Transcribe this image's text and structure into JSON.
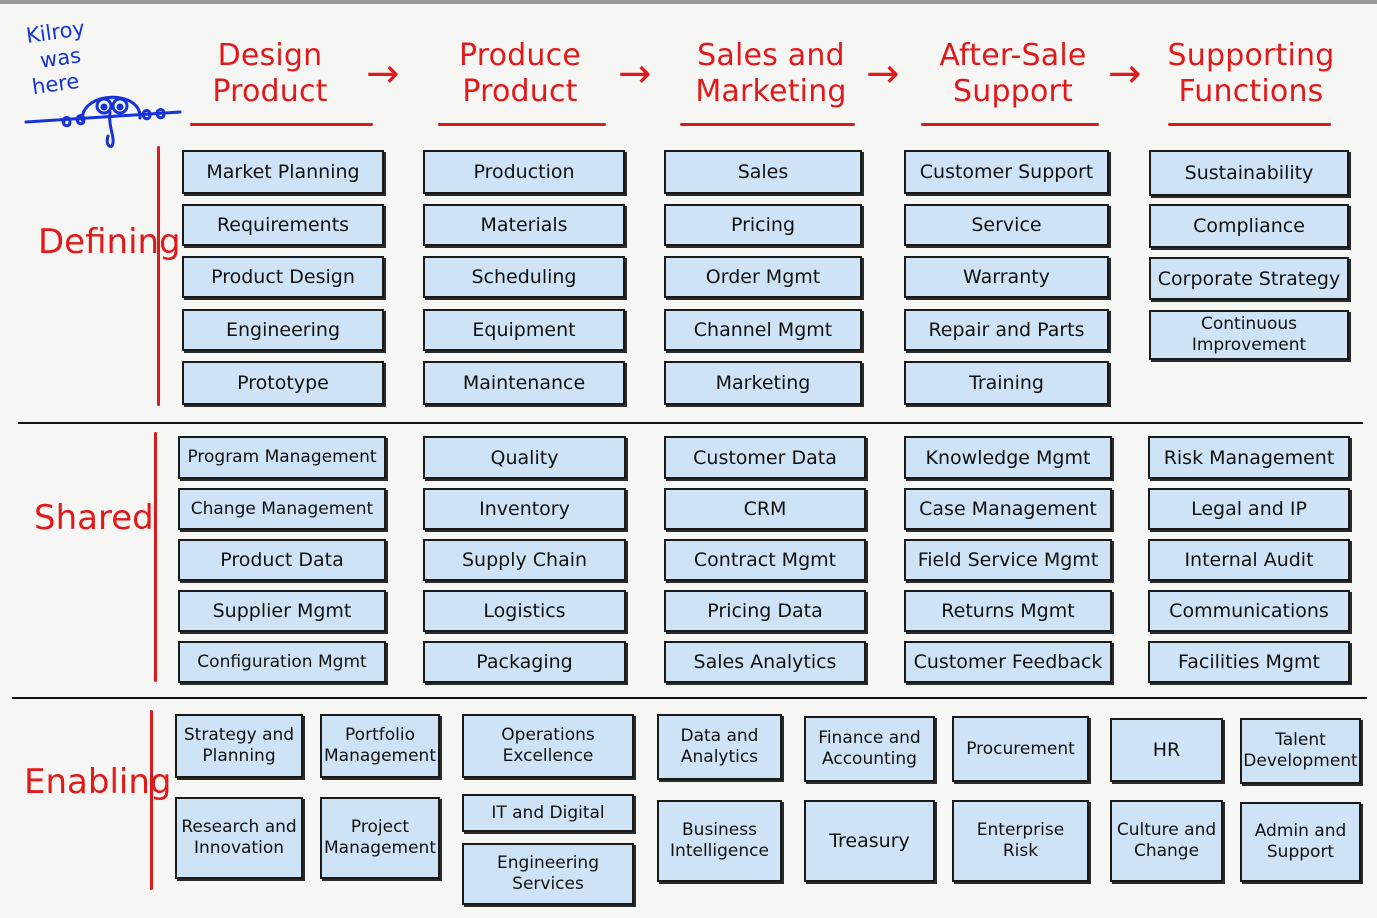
{
  "kilroy": {
    "line1": "Kilroy",
    "line2": "was",
    "line3": "here"
  },
  "stages": [
    {
      "line1": "Design",
      "line2": "Product"
    },
    {
      "line1": "Produce",
      "line2": "Product"
    },
    {
      "line1": "Sales and",
      "line2": "Marketing"
    },
    {
      "line1": "After-Sale",
      "line2": "Support"
    },
    {
      "line1": "Supporting",
      "line2": "Functions"
    }
  ],
  "arrow_glyph": "→",
  "rows": {
    "defining": "Defining",
    "shared": "Shared",
    "enabling": "Enabling"
  },
  "defining": [
    [
      "Market Planning",
      "Requirements",
      "Product Design",
      "Engineering",
      "Prototype"
    ],
    [
      "Production",
      "Materials",
      "Scheduling",
      "Equipment",
      "Maintenance"
    ],
    [
      "Sales",
      "Pricing",
      "Order Mgmt",
      "Channel Mgmt",
      "Marketing"
    ],
    [
      "Customer Support",
      "Service",
      "Warranty",
      "Repair and Parts",
      "Training"
    ],
    [
      "Sustainability",
      "Compliance",
      "Corporate Strategy",
      "Continuous Improvement"
    ]
  ],
  "shared": [
    [
      "Program Management",
      "Change Management",
      "Product Data",
      "Supplier Mgmt",
      "Configuration Mgmt"
    ],
    [
      "Quality",
      "Inventory",
      "Supply Chain",
      "Logistics",
      "Packaging"
    ],
    [
      "Customer Data",
      "CRM",
      "Contract Mgmt",
      "Pricing Data",
      "Sales Analytics"
    ],
    [
      "Knowledge Mgmt",
      "Case Management",
      "Field Service Mgmt",
      "Returns Mgmt",
      "Customer Feedback"
    ],
    [
      "Risk Management",
      "Legal and IP",
      "Internal Audit",
      "Communications",
      "Facilities Mgmt"
    ]
  ],
  "enabling": {
    "top": [
      "Strategy and Planning",
      "Portfolio Management",
      "Operations Excellence",
      "Data and Analytics",
      "Finance and Accounting",
      "Procurement",
      "HR",
      "Talent Development"
    ],
    "bottom": [
      "Research and Innovation",
      "Project Management",
      "IT and Digital",
      "Engineering Services",
      "Business Intelligence",
      "Treasury",
      "Enterprise Risk",
      "Culture and Change",
      "Admin and Support"
    ]
  },
  "colors": {
    "accent_red": "#e01a1a",
    "kilroy_blue": "#1533d6",
    "box_fill": "#cfe3f6",
    "box_border": "#1a1a1a"
  }
}
